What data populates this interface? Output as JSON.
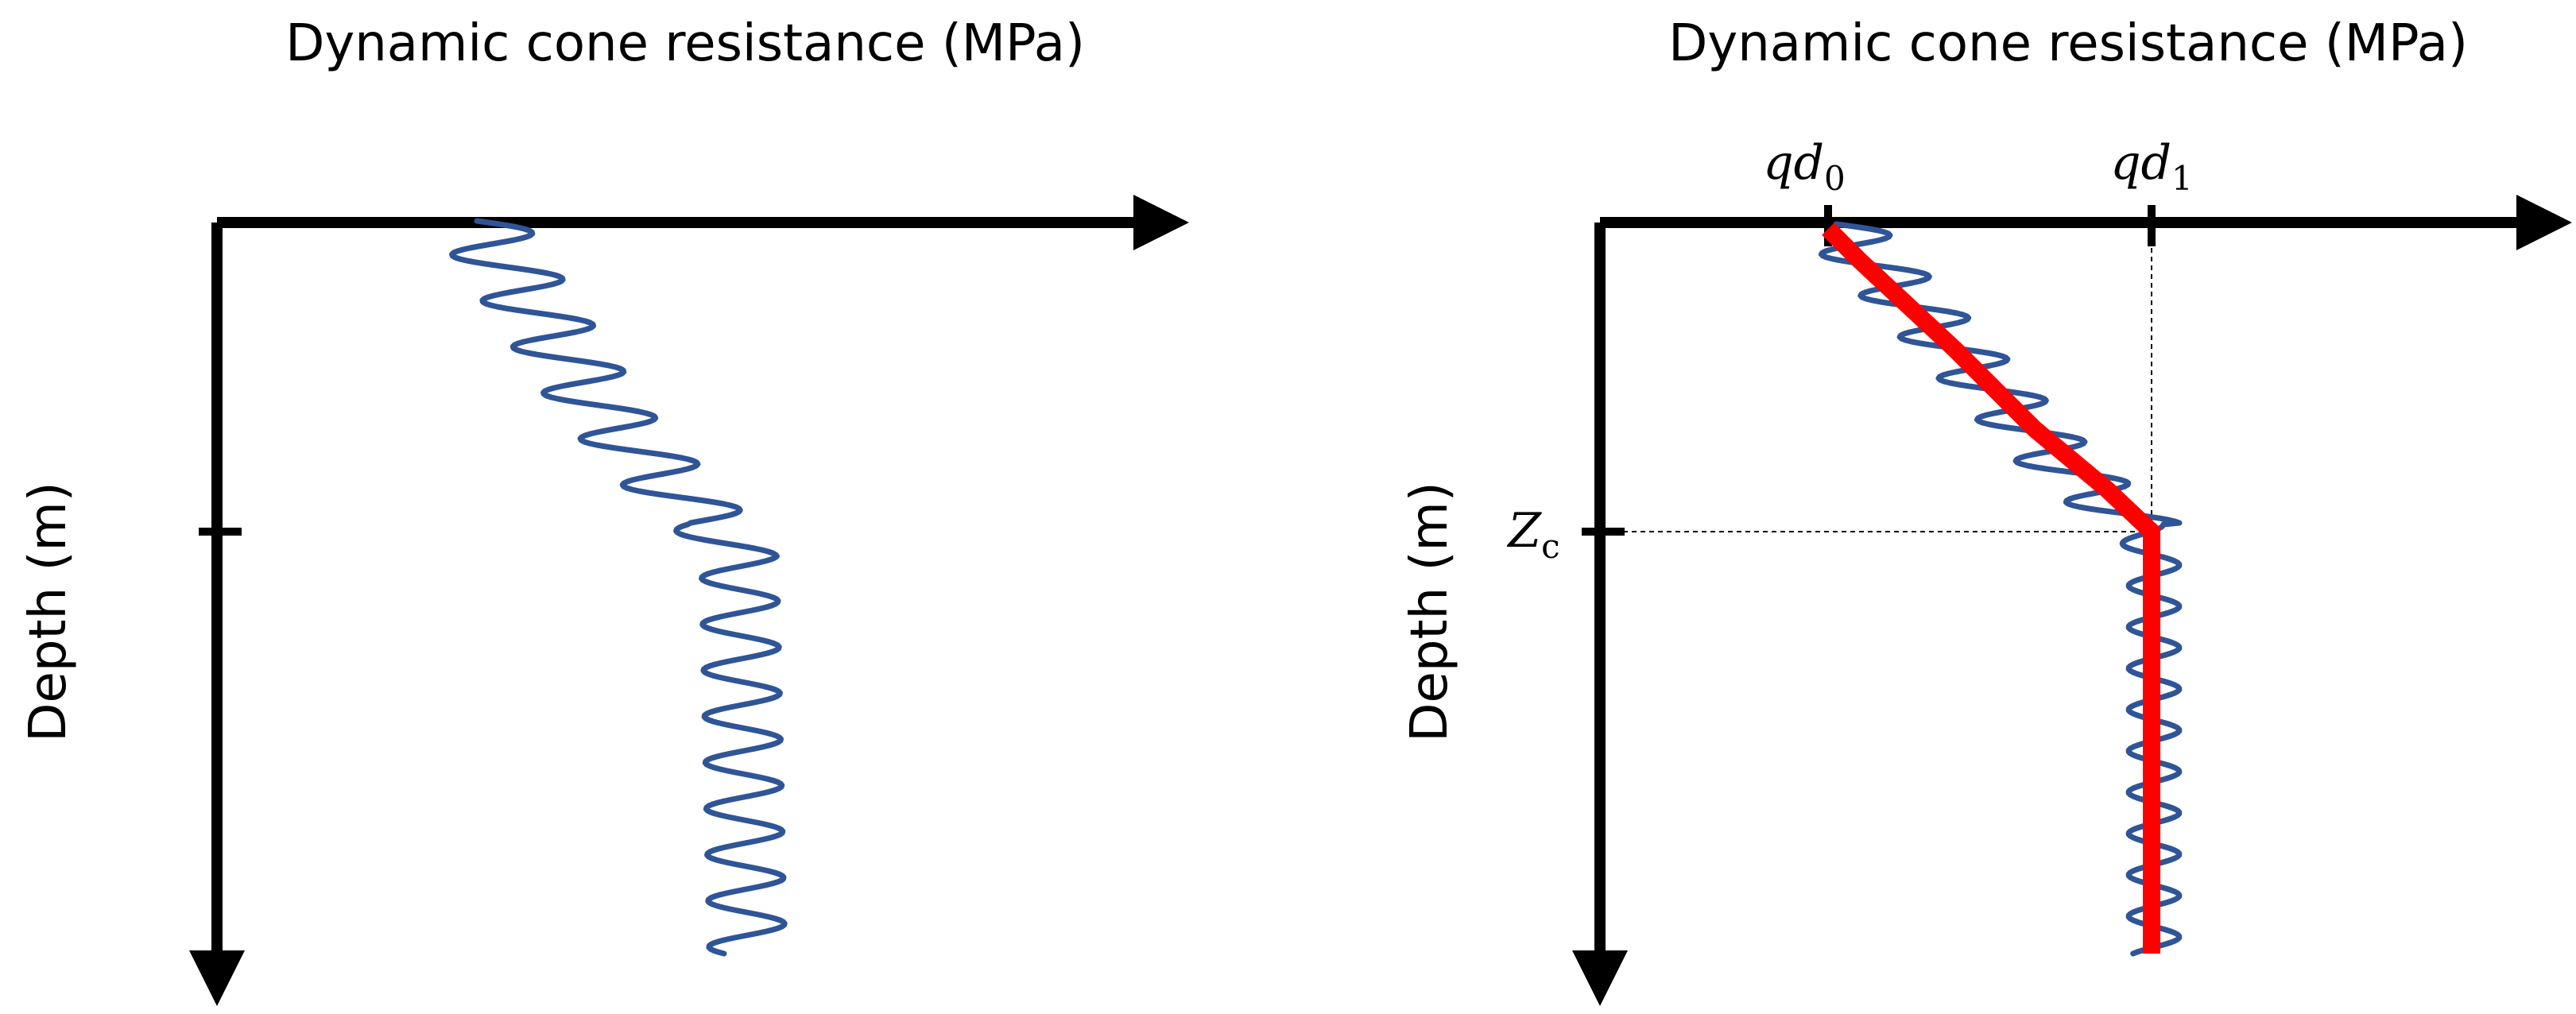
{
  "colors": {
    "axis": "#000000",
    "trace": "#2f5597",
    "fit_line": "#ff0000",
    "guide": "#000000"
  },
  "left_panel": {
    "x_title": "Dynamic cone resistance (MPa)",
    "y_title": "Depth (m)"
  },
  "right_panel": {
    "x_title": "Dynamic cone resistance (MPa)",
    "y_title": "Depth (m)",
    "tick_qd0": {
      "base": "qd",
      "sub": "0"
    },
    "tick_qd1": {
      "base": "qd",
      "sub": "1"
    },
    "tick_zc": {
      "base": "Z",
      "sub": "c"
    }
  }
}
